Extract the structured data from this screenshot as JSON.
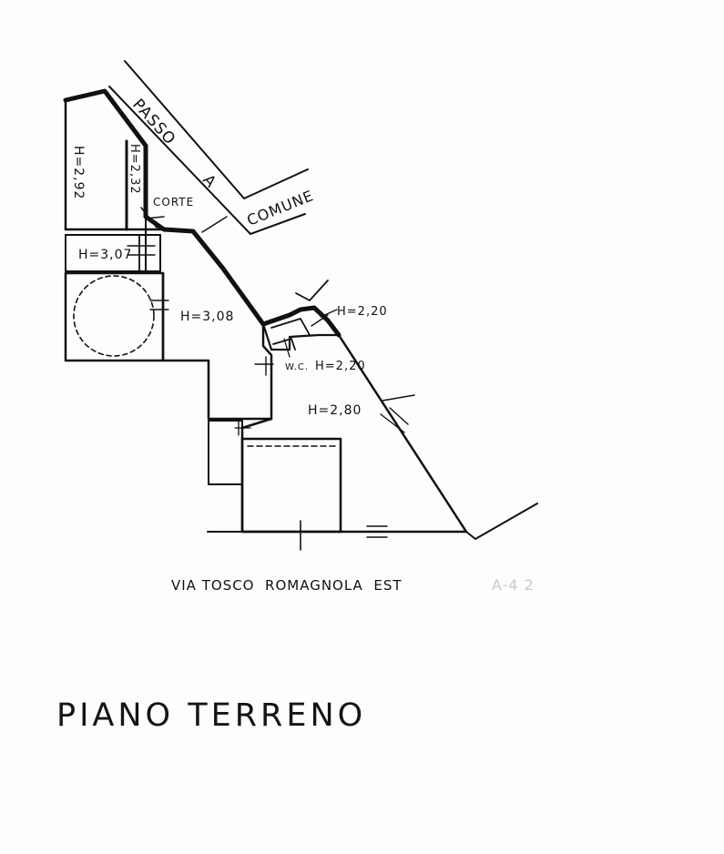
{
  "plan": {
    "title": "PIANO TERRENO",
    "street_label": "VIA TOSCO  ROMAGNOLA  EST",
    "faint_mark": "A-4 2",
    "passage_labels": [
      "PASSO",
      "A",
      "COMUNE"
    ],
    "court_label": "CORTE",
    "wc_label": "W.C.",
    "height_labels": [
      "H=2,92",
      "H=2,32",
      "H=3,07",
      "H=3,08",
      "H=2,20",
      "H=2,20",
      "H=2,80"
    ]
  }
}
